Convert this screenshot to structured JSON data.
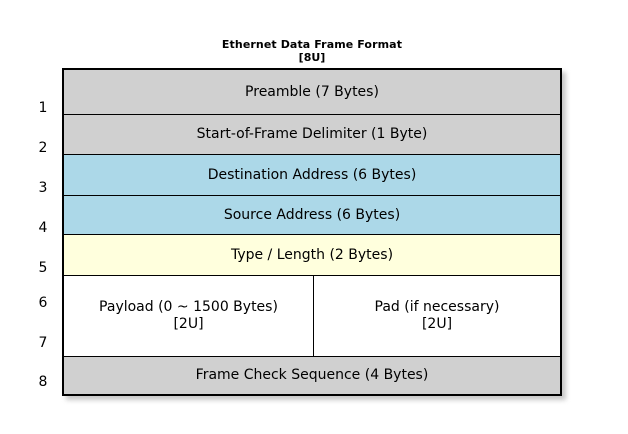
{
  "diagram": {
    "title": "Ethernet Data Frame Format",
    "title_tag": "[8U]",
    "background_color": "#FFFFFF",
    "border_color": "#000000",
    "colors": {
      "gray": "#D0D0D0",
      "blue": "#ACD8E8",
      "yellow": "#FFFFDD",
      "white": "#FFFFFF"
    },
    "row_numbers": [
      "1",
      "2",
      "3",
      "4",
      "5",
      "6",
      "7",
      "8"
    ],
    "rows": [
      {
        "number": "1",
        "label": "Preamble (7 Bytes)",
        "color": "#D0D0D0",
        "field": "preamble",
        "size_bytes": "7"
      },
      {
        "number": "2",
        "label": "Start-of-Frame Delimiter (1 Byte)",
        "color": "#D0D0D0",
        "field": "start-of-frame-delimiter",
        "size_bytes": "1"
      },
      {
        "number": "3",
        "label": "Destination Address (6 Bytes)",
        "color": "#ACD8E8",
        "field": "destination-address",
        "size_bytes": "6"
      },
      {
        "number": "4",
        "label": "Source Address (6 Bytes)",
        "color": "#ACD8E8",
        "field": "source-address",
        "size_bytes": "6"
      },
      {
        "number": "5",
        "label": "Type / Length (2 Bytes)",
        "color": "#FFFFDD",
        "field": "type-length",
        "size_bytes": "2"
      },
      {
        "number": "6,7",
        "color": "#FFFFFF",
        "field": "payload-pad",
        "split": true,
        "left": {
          "label": "Payload (0 ~ 1500 Bytes)",
          "tag": "[2U]",
          "field": "payload",
          "size_bytes": "0 ~ 1500"
        },
        "right": {
          "label": "Pad (if necessary)",
          "tag": "[2U]",
          "field": "pad"
        }
      },
      {
        "number": "8",
        "label": "Frame Check Sequence (4 Bytes)",
        "color": "#D0D0D0",
        "field": "frame-check-sequence",
        "size_bytes": "4"
      }
    ]
  }
}
